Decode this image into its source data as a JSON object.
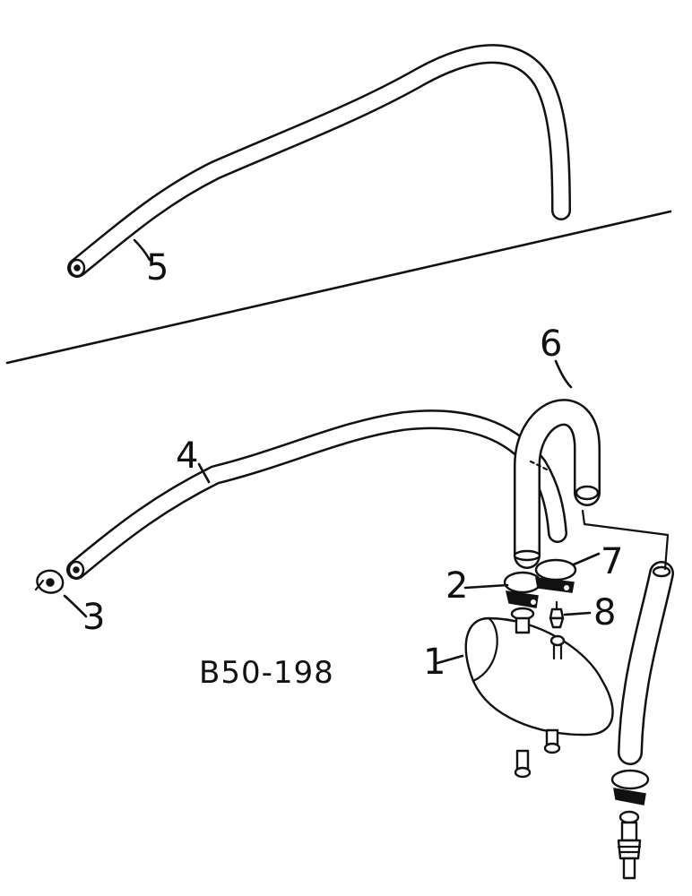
{
  "drawing_ref": "B50-198",
  "callouts": {
    "c1": "1",
    "c2": "2",
    "c3": "3",
    "c4": "4",
    "c5": "5",
    "c6": "6",
    "c7": "7",
    "c8": "8"
  }
}
